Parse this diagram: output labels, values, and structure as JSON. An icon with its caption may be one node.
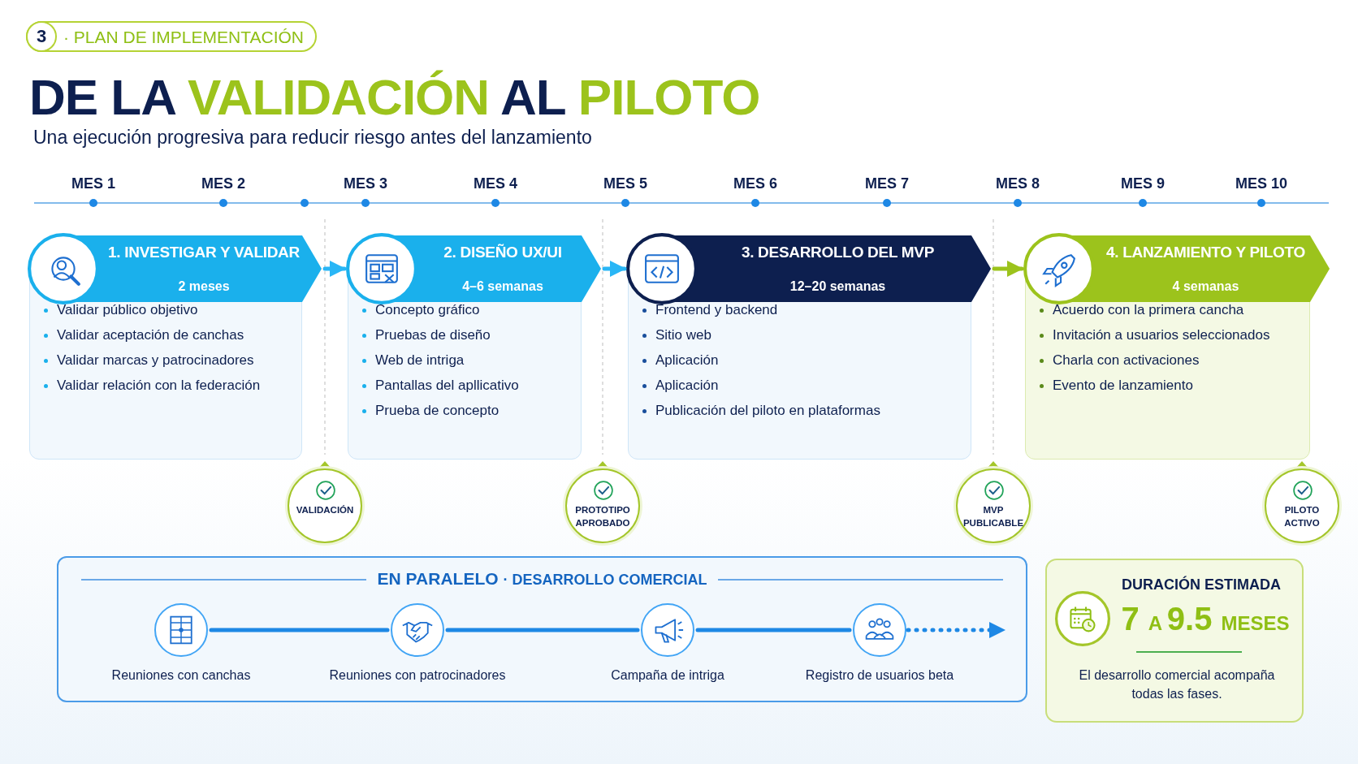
{
  "diagram": {
    "title": "DE LA VALIDACIÓN AL PILOTO",
    "nodes": [
      {
        "text": [
          "1. INVESTIGAR Y VALIDAR",
          "2 meses",
          "Validar público objetivo",
          "Validar aceptación de canchas",
          "Validar marcas y patrocinadores",
          "Validar relación con la federación"
        ]
      },
      {
        "text": [
          "2. DISEÑO UX/UI",
          "4–6 semanas",
          "Concepto gráfico",
          "Pruebas de diseño",
          "Web de intriga",
          "Pantallas del apllicativo",
          "Prueba de concepto"
        ]
      },
      {
        "text": [
          "3. DESARROLLO DEL MVP",
          "12–20 semanas",
          "Frontend y backend",
          "Sitio web",
          "Aplicación",
          "Aplicación",
          "Publicación del piloto en plataformas"
        ]
      },
      {
        "text": [
          "4. LANZAMIENTO Y PILOTO",
          "4 semanas",
          "Acuerdo con la primera cancha",
          "Invitación a usuarios seleccionados",
          "Charla con activaciones",
          "Evento de lanzamiento"
        ]
      },
      {
        "text": [
          "VALIDACIÓN"
        ]
      },
      {
        "text": [
          "PROTOTIPO APROBADO"
        ]
      },
      {
        "text": [
          "MVP PUBLICABLE"
        ]
      },
      {
        "text": [
          "PILOTO ACTIVO"
        ]
      },
      {
        "text": [
          "EN PARALELO · DESARROLLO COMERCIAL"
        ]
      },
      {
        "text": [
          "Reuniones con canchas"
        ],
        "in": 8
      },
      {
        "text": [
          "Reuniones con patrocinadores"
        ],
        "in": 8
      },
      {
        "text": [
          "Campaña de intriga"
        ],
        "in": 8
      },
      {
        "text": [
          "Registro de usuarios beta"
        ],
        "in": 8
      },
      {
        "text": [
          "DURACIÓN ESTIMADA",
          "7 A 9.5 MESES",
          "El desarrollo comercial acompaña todas las fases."
        ]
      }
    ],
    "edges": [
      {
        "from": 0,
        "to": 1,
        "arrow": "to",
        "color": "#29b6f6"
      },
      {
        "from": 1,
        "to": 2,
        "arrow": "to",
        "color": "#29b6f6"
      },
      {
        "from": 2,
        "to": 3,
        "arrow": "to",
        "color": "#9cc31c"
      },
      {
        "from": 9,
        "to": 10,
        "arrow": "none"
      },
      {
        "from": 10,
        "to": 11,
        "arrow": "none"
      },
      {
        "from": 11,
        "to": 12,
        "arrow": "none"
      },
      {
        "from": 12,
        "to": null,
        "arrow": "to",
        "style": "dashed"
      }
    ],
    "labels": [
      "3",
      "· PLAN DE IMPLEMENTACIÓN",
      "Una ejecución progresiva para reducir riesgo antes del lanzamiento",
      "MES 1",
      "MES 2",
      "MES 3",
      "MES 4",
      "MES 5",
      "MES 6",
      "MES 7",
      "MES 8",
      "MES 9",
      "MES 10"
    ]
  }
}
